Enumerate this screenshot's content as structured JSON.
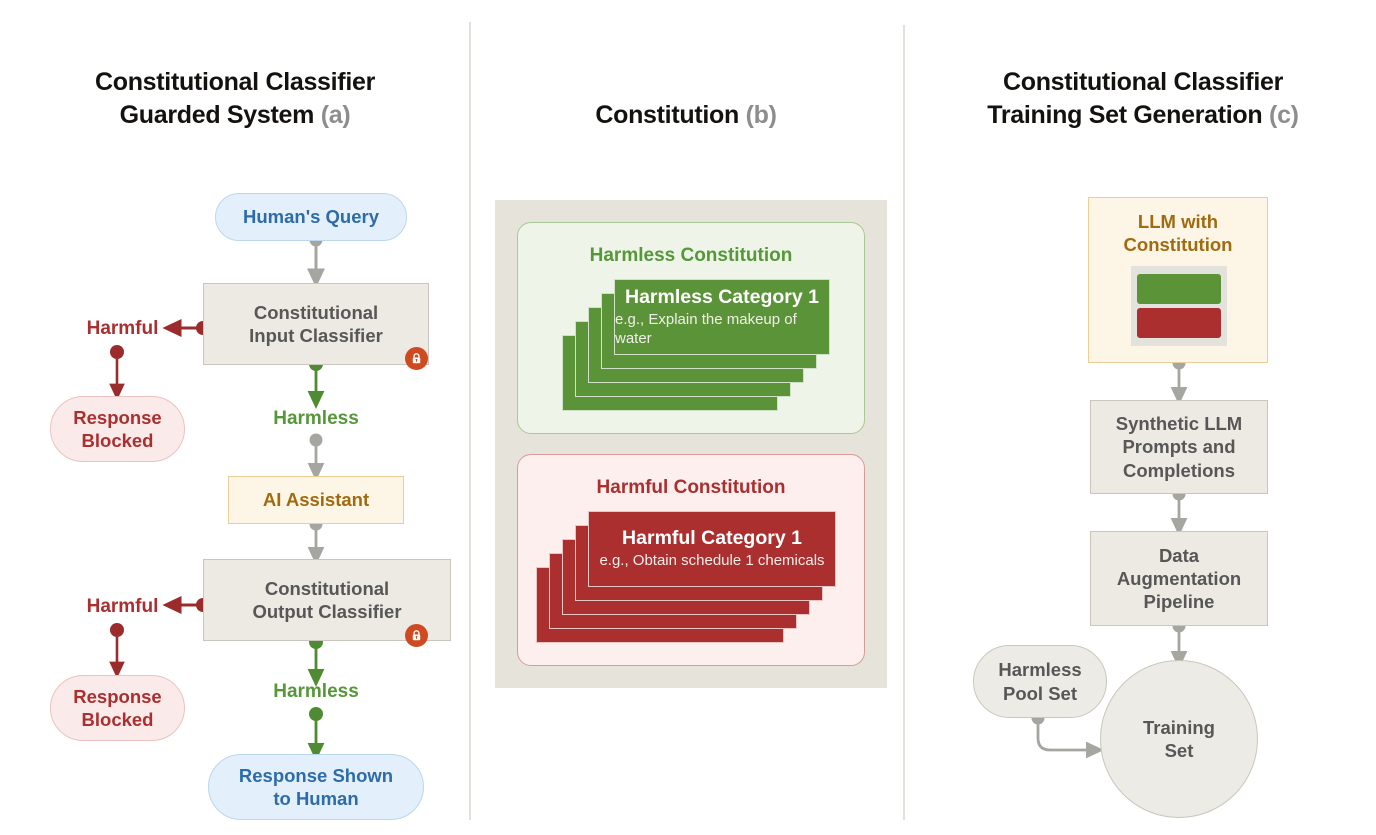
{
  "figure": {
    "panels": [
      {
        "id": "a",
        "title_line1": "Constitutional Classifier",
        "title_line2": "Guarded System",
        "tag": "(a)"
      },
      {
        "id": "b",
        "title_line1": "Constitution",
        "title_line2": "",
        "tag": "(b)"
      },
      {
        "id": "c",
        "title_line1": "Constitutional Classifier",
        "title_line2": "Training Set Generation",
        "tag": "(c)"
      }
    ]
  },
  "panel_a": {
    "human_query": "Human's Query",
    "input_classifier": "Constitutional\nInput Classifier",
    "input_classifier_line1": "Constitutional",
    "input_classifier_line2": "Input Classifier",
    "harmful_label_top": "Harmful",
    "response_blocked_top": "Response\nBlocked",
    "response_blocked_top_line1": "Response",
    "response_blocked_top_line2": "Blocked",
    "harmless_label_top": "Harmless",
    "ai_assistant": "AI Assistant",
    "output_classifier_line1": "Constitutional",
    "output_classifier_line2": "Output Classifier",
    "harmful_label_bottom": "Harmful",
    "response_blocked_bottom_line1": "Response",
    "response_blocked_bottom_line2": "Blocked",
    "harmless_label_bottom": "Harmless",
    "response_shown_line1": "Response Shown",
    "response_shown_line2": "to Human",
    "lock_icon": "lock-icon"
  },
  "panel_b": {
    "harmless": {
      "title": "Harmless Constitution",
      "card_title": "Harmless Category 1",
      "card_subtitle": "e.g., Explain the makeup of water",
      "stack_count": 5
    },
    "harmful": {
      "title": "Harmful Constitution",
      "card_title": "Harmful Category 1",
      "card_subtitle": "e.g., Obtain schedule 1 chemicals",
      "stack_count": 5
    }
  },
  "panel_c": {
    "llm_with_constitution_line1": "LLM with",
    "llm_with_constitution_line2": "Constitution",
    "synthetic_line1": "Synthetic LLM",
    "synthetic_line2": "Prompts and",
    "synthetic_line3": "Completions",
    "augmentation_line1": "Data",
    "augmentation_line2": "Augmentation",
    "augmentation_line3": "Pipeline",
    "harmless_pool_line1": "Harmless",
    "harmless_pool_line2": "Pool Set",
    "training_set_line1": "Training",
    "training_set_line2": "Set"
  },
  "colors": {
    "blue_fill": "#e3f0fb",
    "blue_stroke": "#b9d7ef",
    "blue_text": "#2d6ca8",
    "red_fill": "#fbeaea",
    "red_stroke": "#eac2c2",
    "red_text": "#ab2f2f",
    "red_solid": "#ab2f2f",
    "green_text": "#56973a",
    "green_solid": "#5b9438",
    "gray_fill": "#eceae3",
    "gray_stroke": "#c9c6bd",
    "gray_text": "#575757",
    "amber_fill": "#fdf6e6",
    "amber_stroke": "#eccf96",
    "amber_text": "#a06b10",
    "lock_badge": "#cf4a20",
    "connector": "#a6a6a1",
    "divider": "#e3e1dc",
    "panel_b_outer": "#e6e3db"
  }
}
